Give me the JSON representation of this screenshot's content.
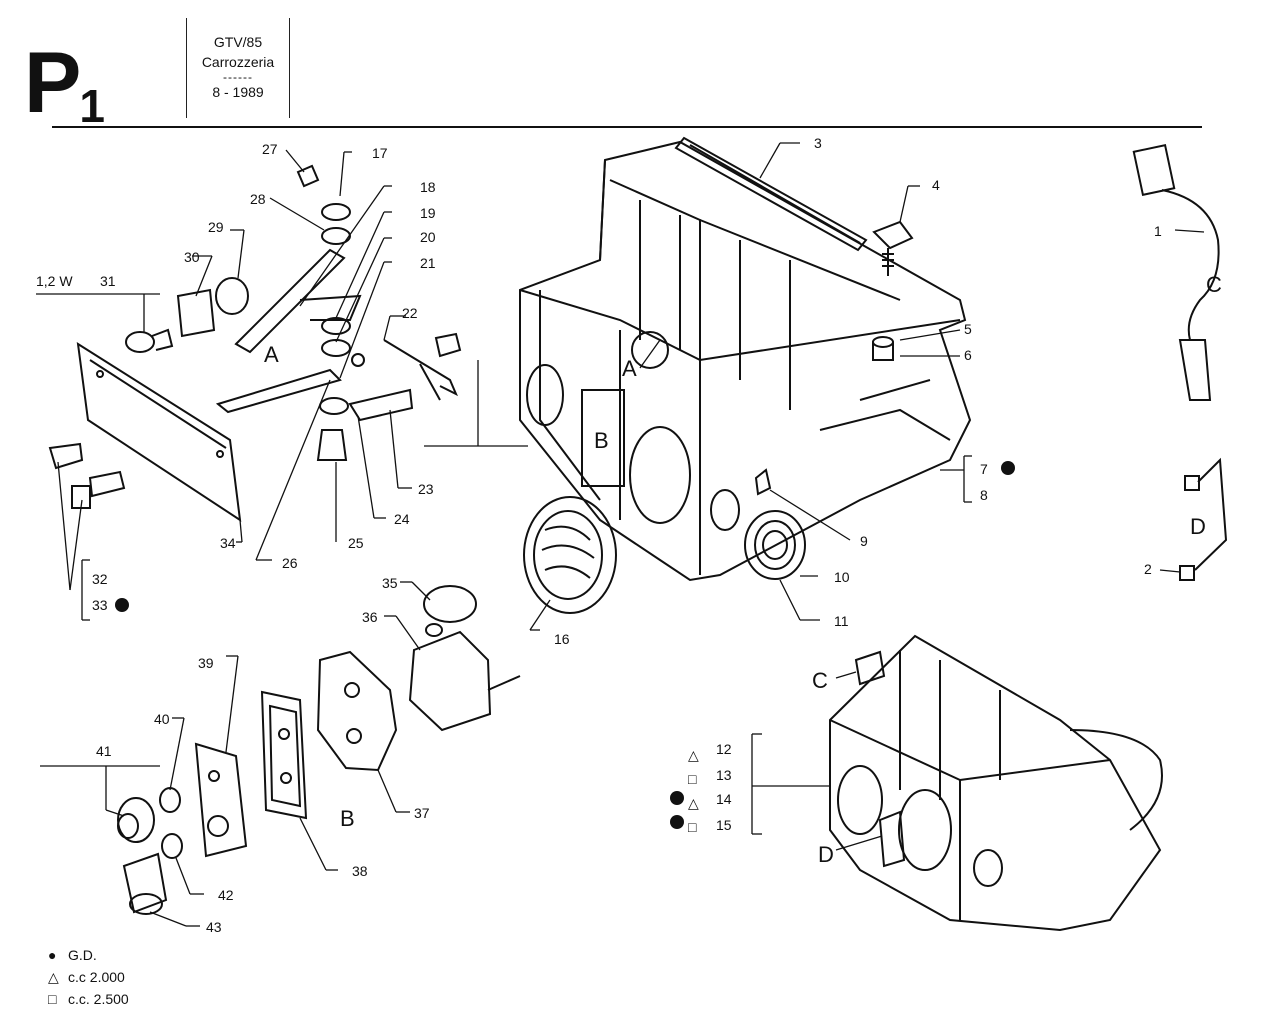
{
  "header": {
    "code_letter": "P",
    "code_number": "1",
    "model": "GTV/85",
    "section": "Carrozzeria",
    "dash": "------",
    "date": "8 - 1989"
  },
  "labels": {
    "n1": "1",
    "n2": "2",
    "n3": "3",
    "n4": "4",
    "n5": "5",
    "n6": "6",
    "n7": "7",
    "n8": "8",
    "n9": "9",
    "n10": "10",
    "n11": "11",
    "n12": "12",
    "n13": "13",
    "n14": "14",
    "n15": "15",
    "n16": "16",
    "n17": "17",
    "n18": "18",
    "n19": "19",
    "n20": "20",
    "n21": "21",
    "n22": "22",
    "n23": "23",
    "n24": "24",
    "n25": "25",
    "n26": "26",
    "n27": "27",
    "n28": "28",
    "n29": "29",
    "n30": "30",
    "n31": "31",
    "n32": "32",
    "n33": "33",
    "n34": "34",
    "n35": "35",
    "n36": "36",
    "n37": "37",
    "n38": "38",
    "n39": "39",
    "n40": "40",
    "n41": "41",
    "n42": "42",
    "n43": "43",
    "watt": "1,2 W",
    "A": "A",
    "B": "B",
    "C": "C",
    "D": "D"
  },
  "legend": [
    {
      "symbol": "●",
      "text": "G.D."
    },
    {
      "symbol": "△",
      "text": "c.c 2.000"
    },
    {
      "symbol": "□",
      "text": "c.c. 2.500"
    }
  ],
  "symbols": {
    "dot": "●",
    "triangle": "△",
    "square": "□"
  }
}
